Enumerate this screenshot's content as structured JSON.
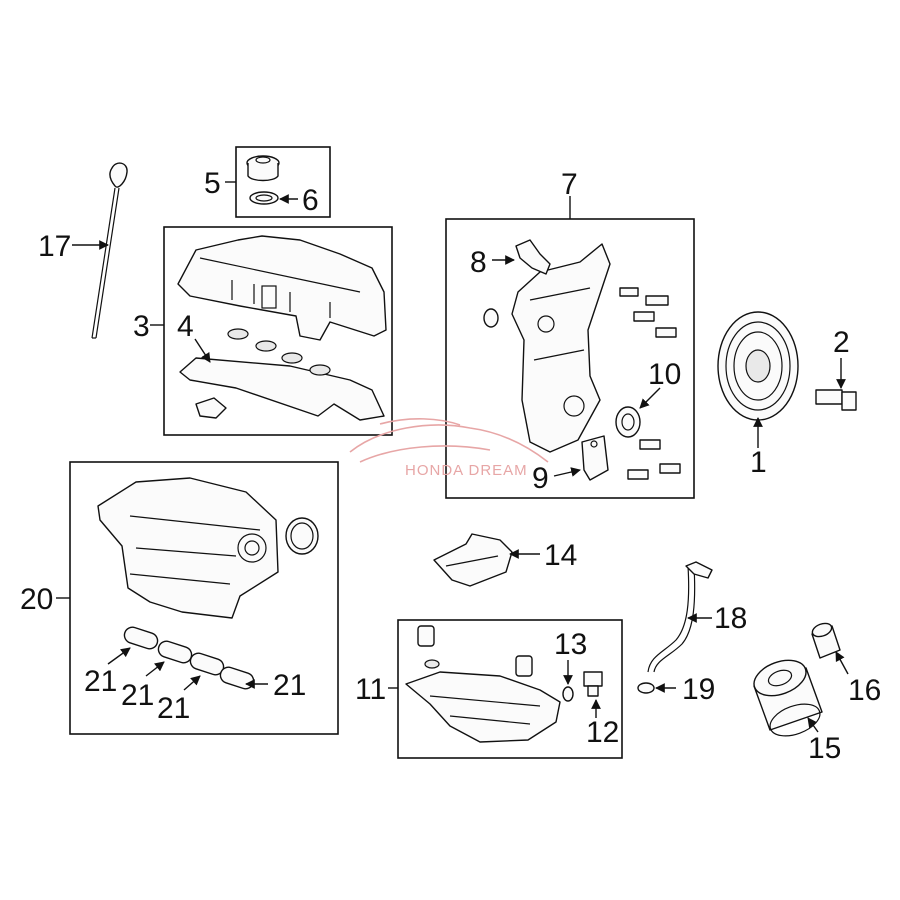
{
  "watermark": {
    "text": "HONDA DREAM"
  },
  "callouts": [
    {
      "id": "c1",
      "text": "1"
    },
    {
      "id": "c2",
      "text": "2"
    },
    {
      "id": "c3",
      "text": "3"
    },
    {
      "id": "c4",
      "text": "4"
    },
    {
      "id": "c5",
      "text": "5"
    },
    {
      "id": "c6",
      "text": "6"
    },
    {
      "id": "c7",
      "text": "7"
    },
    {
      "id": "c8",
      "text": "8"
    },
    {
      "id": "c9",
      "text": "9"
    },
    {
      "id": "c10",
      "text": "10"
    },
    {
      "id": "c11",
      "text": "11"
    },
    {
      "id": "c12",
      "text": "12"
    },
    {
      "id": "c13",
      "text": "13"
    },
    {
      "id": "c14",
      "text": "14"
    },
    {
      "id": "c15",
      "text": "15"
    },
    {
      "id": "c16",
      "text": "16"
    },
    {
      "id": "c17",
      "text": "17"
    },
    {
      "id": "c18",
      "text": "18"
    },
    {
      "id": "c19",
      "text": "19"
    },
    {
      "id": "c20",
      "text": "20"
    },
    {
      "id": "c21a",
      "text": "21"
    },
    {
      "id": "c21b",
      "text": "21"
    },
    {
      "id": "c21c",
      "text": "21"
    },
    {
      "id": "c21d",
      "text": "21"
    }
  ]
}
